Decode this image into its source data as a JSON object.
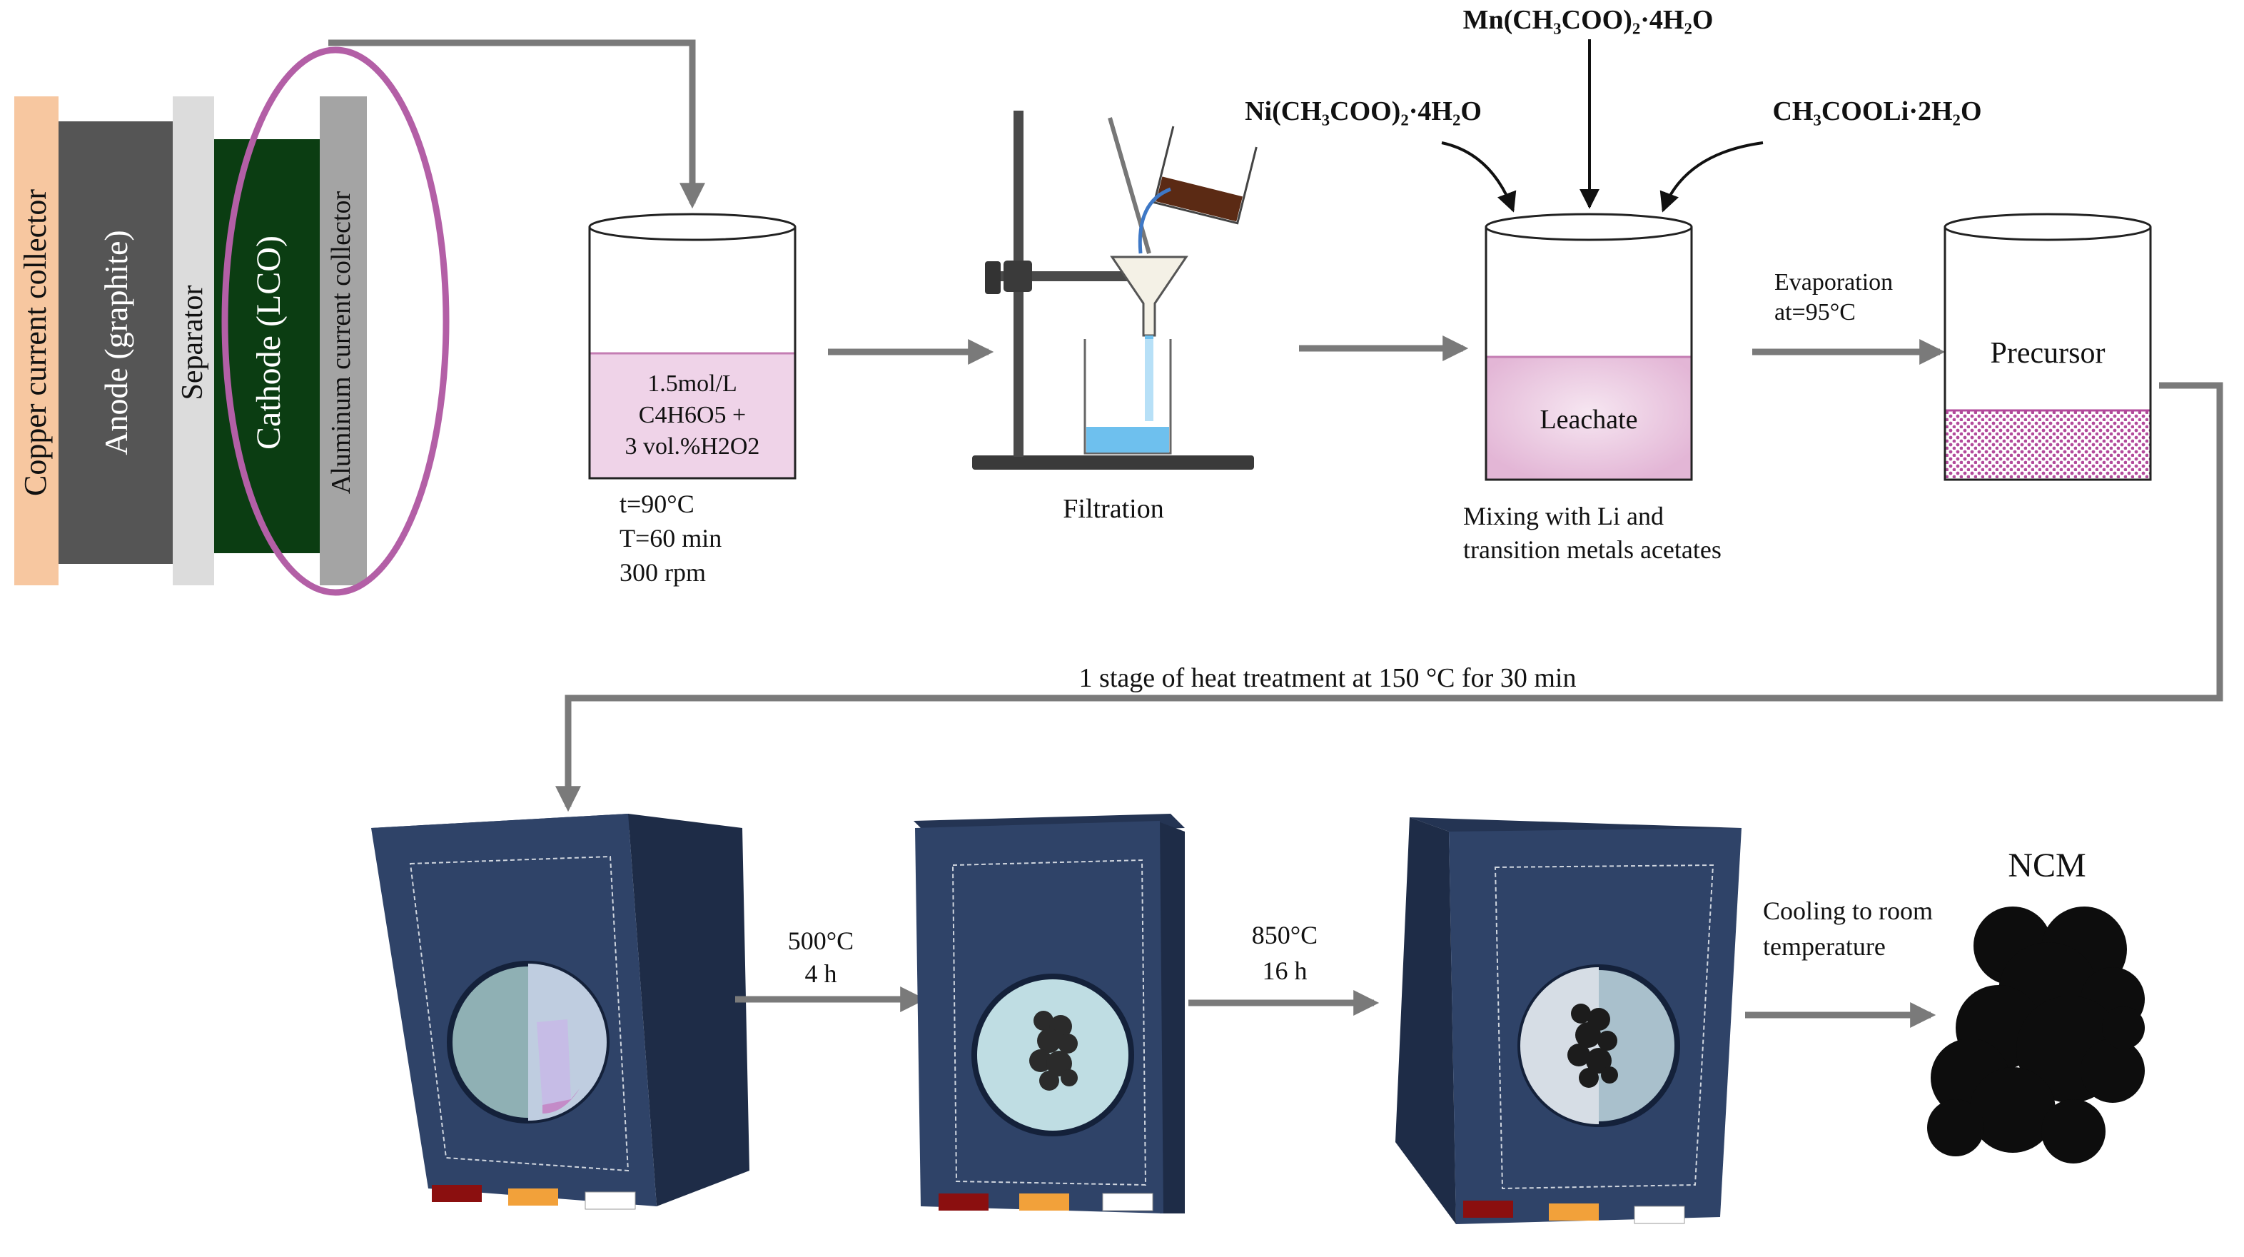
{
  "battery": {
    "layers": [
      {
        "label": "Copper current collector",
        "color": "#f7c7a0"
      },
      {
        "label": "Anode (graphite)",
        "color": "#555555"
      },
      {
        "label": "Separator",
        "color": "#dcdcdc"
      },
      {
        "label": "Cathode (LCO)",
        "color": "#0b3d12"
      },
      {
        "label": "Aluminum current collector",
        "color": "#a4a4a4"
      }
    ],
    "highlight_color": "#b35fa6"
  },
  "leaching": {
    "solution_lines": [
      "1.5mol/L",
      "C4H6O5 +",
      "3 vol.%H2O2"
    ],
    "conditions": [
      "t=90°C",
      "T=60 min",
      "300 rpm"
    ],
    "liquid_color": "#efd3e8"
  },
  "filtration": {
    "label": "Filtration"
  },
  "reagents": {
    "ni": "Ni(CH₃COO)₂·4H₂O",
    "mn": "Mn(CH₃COO)₂·4H₂O",
    "li": "CH₃COOLi·2H₂O"
  },
  "leachate": {
    "label": "Leachate",
    "caption_lines": [
      "Mixing with Li and",
      "transition metals acetates"
    ]
  },
  "evaporation": {
    "lines": [
      "Evaporation",
      "at=95°C"
    ]
  },
  "precursor": {
    "label": "Precursor"
  },
  "heat_stage1": {
    "label": "1 stage of heat treatment at 150 °C for 30 min"
  },
  "calcination1": {
    "lines": [
      "500°C",
      "4 h"
    ]
  },
  "calcination2": {
    "lines": [
      "850°C",
      "16 h"
    ]
  },
  "cooling": {
    "lines": [
      "Cooling to room",
      "temperature"
    ]
  },
  "product": {
    "label": "NCM"
  },
  "colors": {
    "arrow": "#7a7a7a",
    "furnace_front": "#2f4368",
    "furnace_side": "#1e2c47",
    "furnace_top": "#243453",
    "window": "#bfdde3",
    "button_red": "#8b0f0f",
    "button_orange": "#f2a13a",
    "button_white": "#ffffff"
  }
}
